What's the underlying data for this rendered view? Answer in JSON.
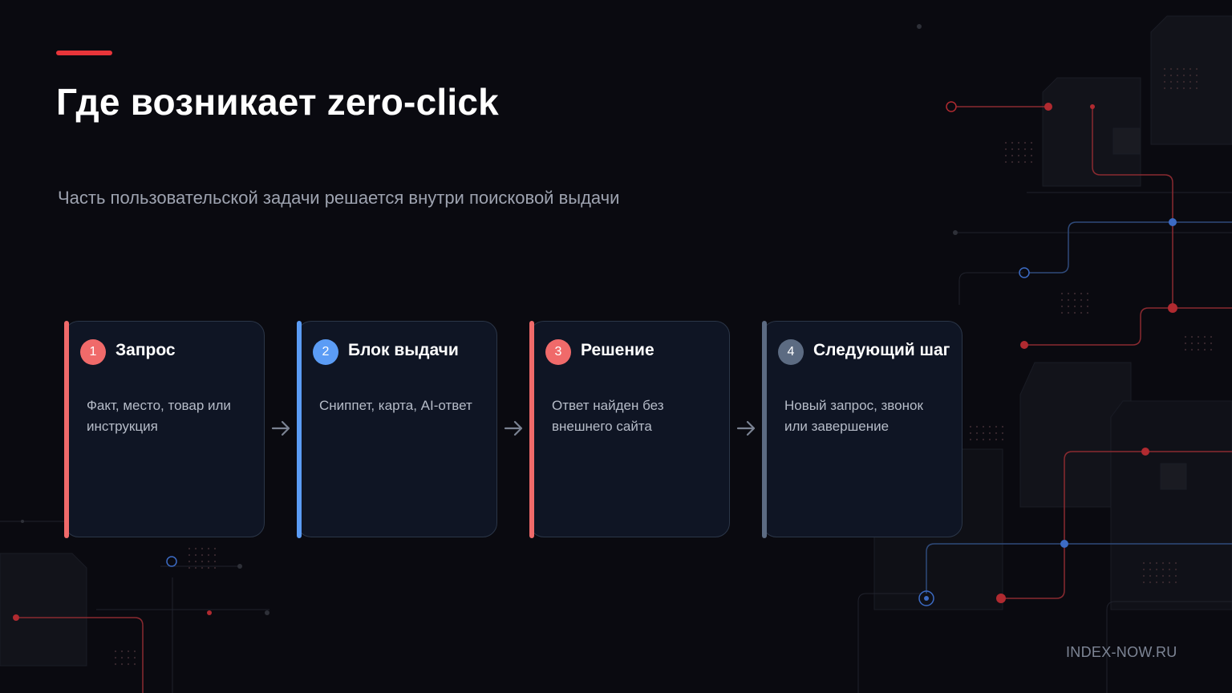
{
  "title": "Где возникает zero-click",
  "subtitle": "Часть пользовательской задачи решается внутри поисковой выдачи",
  "colors": {
    "accent": "#e8353a",
    "red_step": "#f06a6a",
    "blue_step": "#5b9cf5",
    "gray_step": "#5c6b82"
  },
  "steps": [
    {
      "number": "1",
      "title": "Запрос",
      "description": "Факт, место, товар или инструкция"
    },
    {
      "number": "2",
      "title": "Блок выдачи",
      "description": "Сниппет, карта, AI-ответ"
    },
    {
      "number": "3",
      "title": "Решение",
      "description": "Ответ найден без внешнего сайта"
    },
    {
      "number": "4",
      "title": "Следующий шаг",
      "description": "Новый запрос, звонок или завершение"
    }
  ],
  "footer": "INDEX-NOW.RU"
}
